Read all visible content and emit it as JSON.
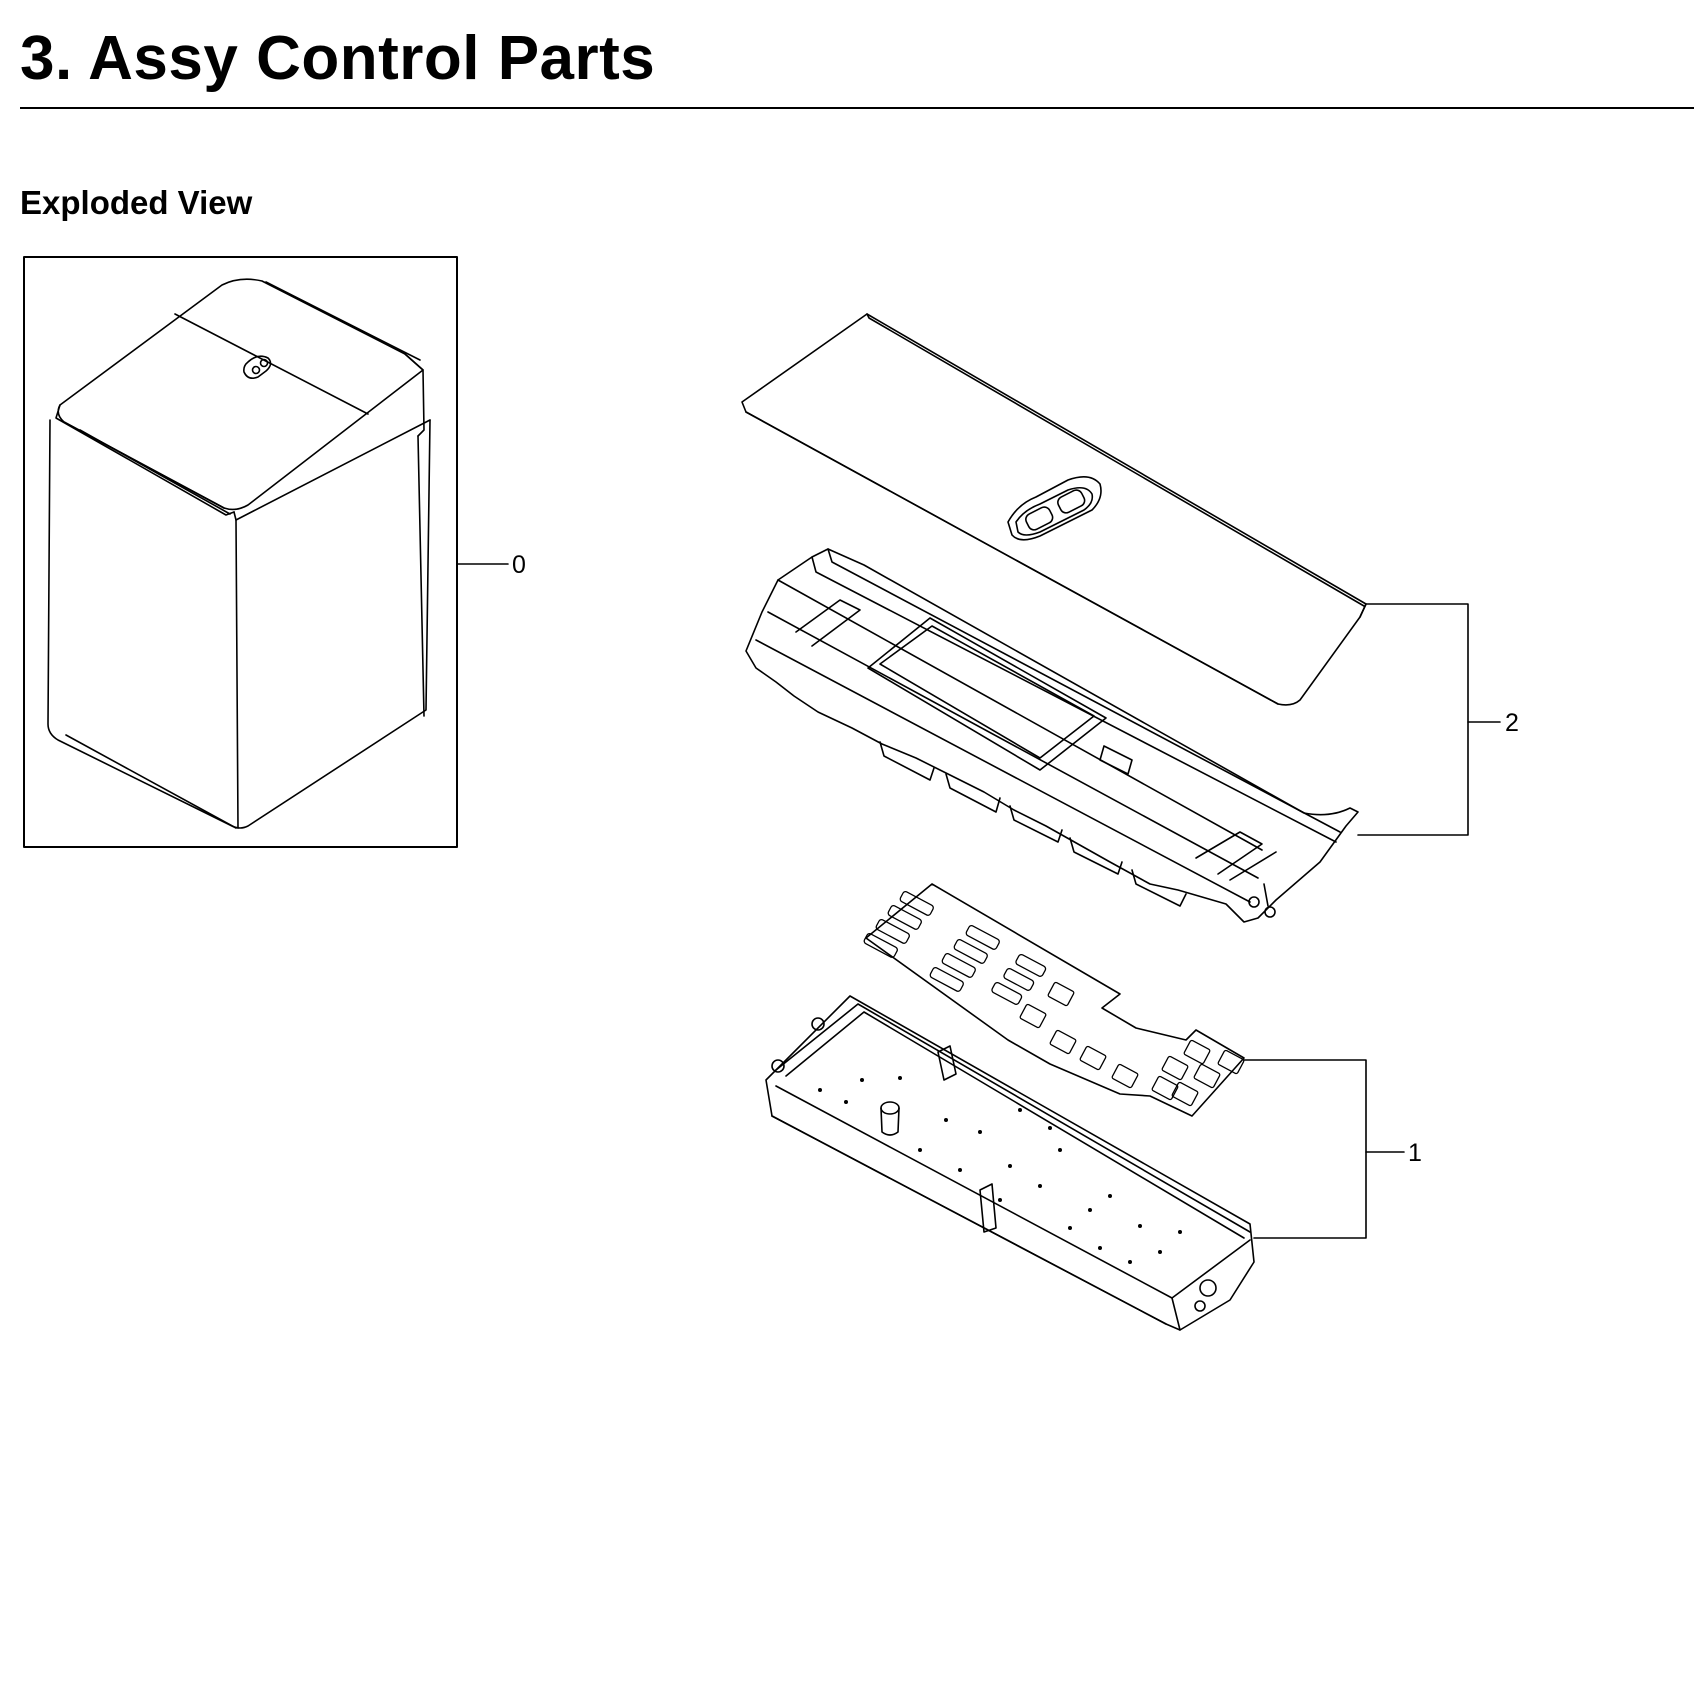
{
  "header": {
    "title": "3.  Assy Control Parts"
  },
  "section": {
    "title": "Exploded View"
  },
  "callouts": [
    {
      "number": "0",
      "part": "washer-overview"
    },
    {
      "number": "1",
      "part": "control-box-assembly"
    },
    {
      "number": "2",
      "part": "control-panel-assembly"
    }
  ],
  "colors": {
    "line": "#000000",
    "background": "#ffffff"
  }
}
